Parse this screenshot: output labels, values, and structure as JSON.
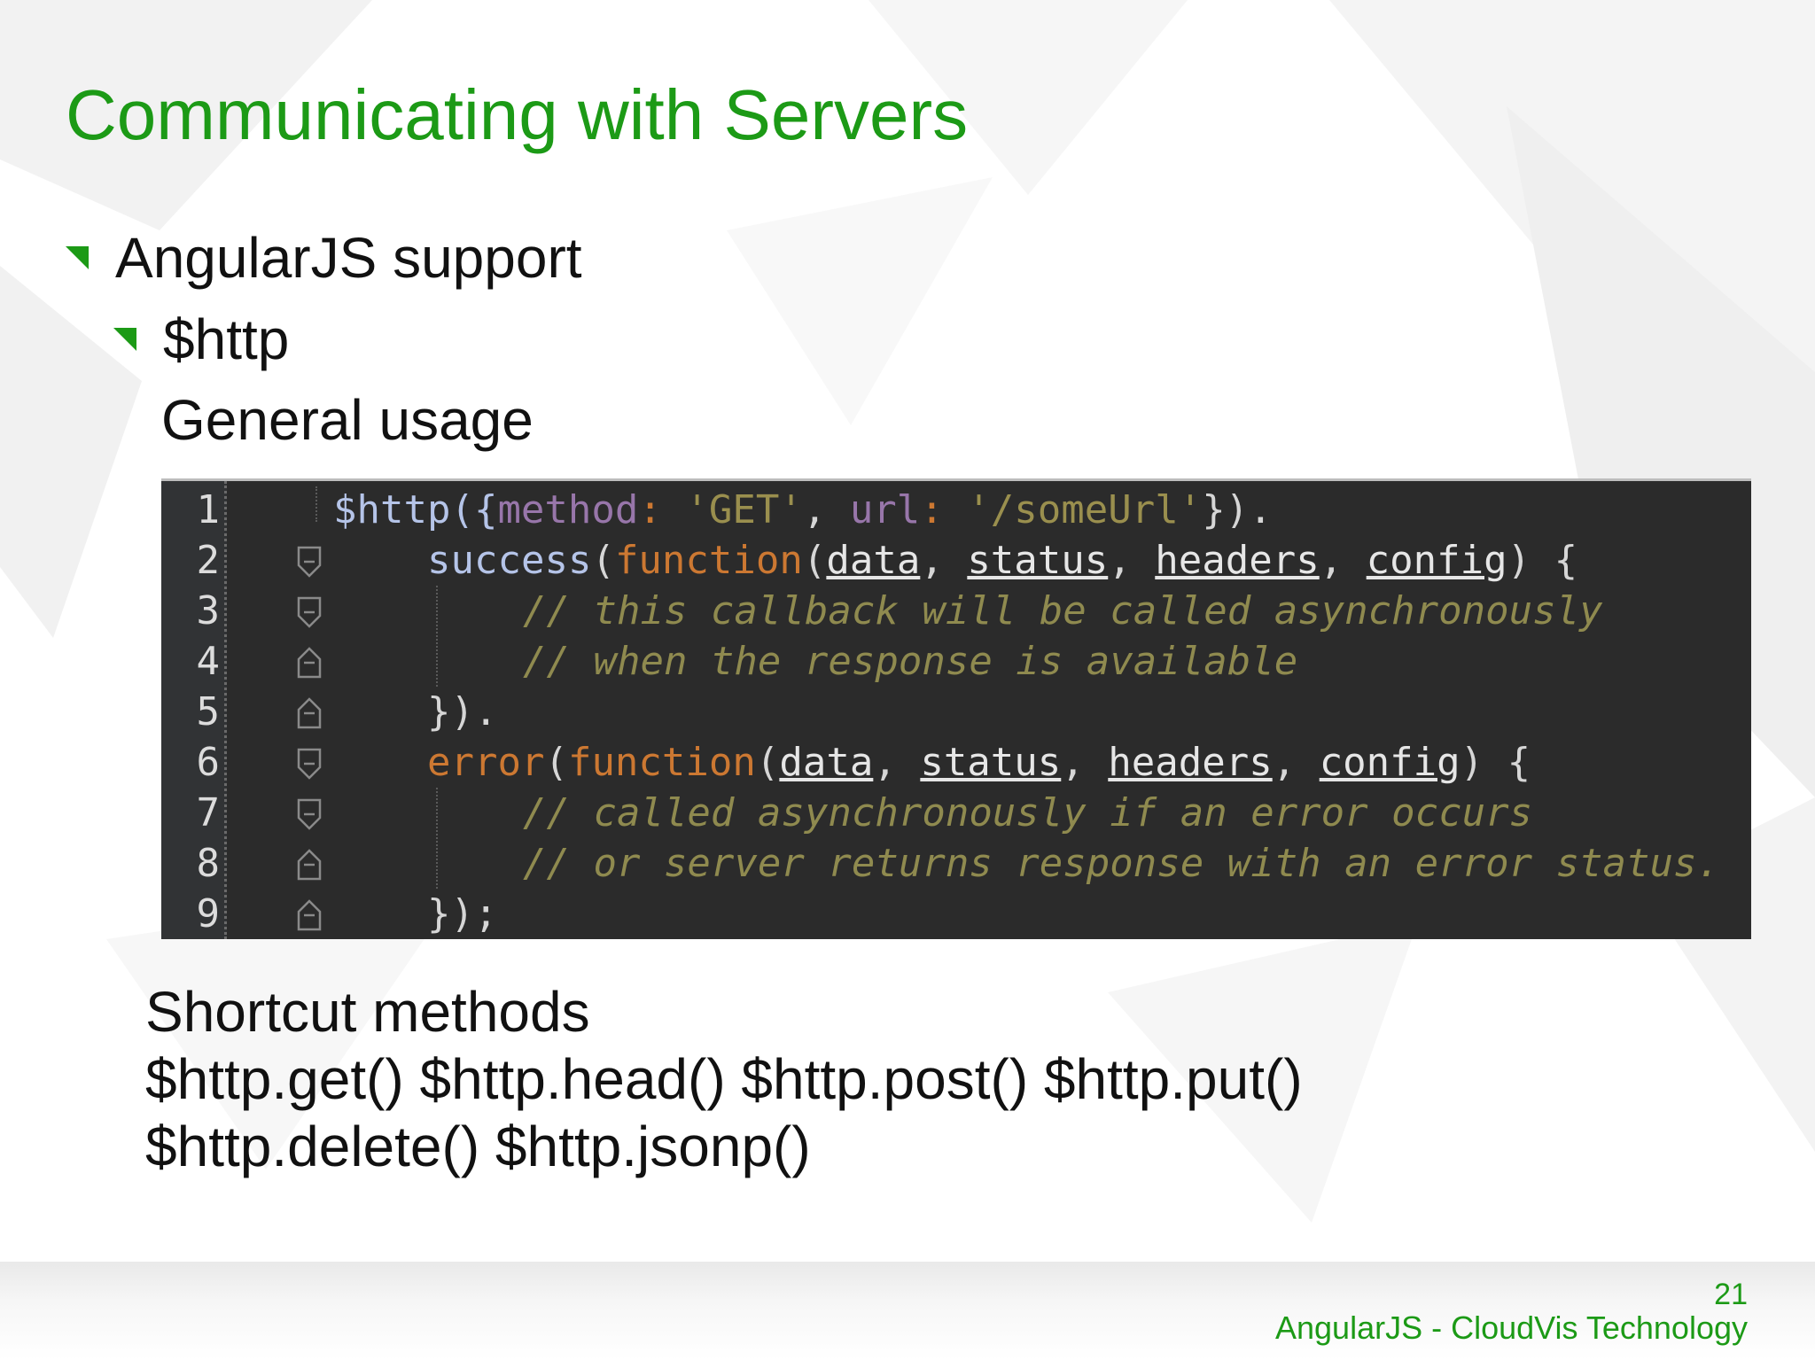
{
  "title": "Communicating with Servers",
  "bullets": {
    "level1": "AngularJS support",
    "level2": "$http",
    "general_usage": "General usage"
  },
  "code": {
    "line_numbers": [
      "1",
      "2",
      "3",
      "4",
      "5",
      "6",
      "7",
      "8",
      "9"
    ],
    "lines": [
      {
        "parts": [
          {
            "t": "$http({",
            "c": "c-fn"
          },
          {
            "t": "method",
            "c": "c-prop"
          },
          {
            "t": ": ",
            "c": "c-kw"
          },
          {
            "t": "'GET'",
            "c": "c-str"
          },
          {
            "t": ", ",
            "c": "c-plain"
          },
          {
            "t": "url",
            "c": "c-prop"
          },
          {
            "t": ": ",
            "c": "c-kw"
          },
          {
            "t": "'/someUrl'",
            "c": "c-str"
          },
          {
            "t": "}).",
            "c": "c-plain"
          }
        ]
      },
      {
        "parts": [
          {
            "t": "success",
            "c": "c-fn"
          },
          {
            "t": "(",
            "c": "c-plain"
          },
          {
            "t": "function",
            "c": "c-kw"
          },
          {
            "t": "(",
            "c": "c-plain"
          },
          {
            "t": "data",
            "c": "c-param"
          },
          {
            "t": ", ",
            "c": "c-plain"
          },
          {
            "t": "status",
            "c": "c-param"
          },
          {
            "t": ", ",
            "c": "c-plain"
          },
          {
            "t": "headers",
            "c": "c-param"
          },
          {
            "t": ", ",
            "c": "c-plain"
          },
          {
            "t": "config",
            "c": "c-param"
          },
          {
            "t": ") {",
            "c": "c-plain"
          }
        ]
      },
      {
        "parts": [
          {
            "t": "// this callback will be called asynchronously",
            "c": "c-cm"
          }
        ]
      },
      {
        "parts": [
          {
            "t": "// when the response is available",
            "c": "c-cm"
          }
        ]
      },
      {
        "parts": [
          {
            "t": "}).",
            "c": "c-plain"
          }
        ]
      },
      {
        "parts": [
          {
            "t": "error",
            "c": "c-kw"
          },
          {
            "t": "(",
            "c": "c-plain"
          },
          {
            "t": "function",
            "c": "c-kw"
          },
          {
            "t": "(",
            "c": "c-plain"
          },
          {
            "t": "data",
            "c": "c-param"
          },
          {
            "t": ", ",
            "c": "c-plain"
          },
          {
            "t": "status",
            "c": "c-param"
          },
          {
            "t": ", ",
            "c": "c-plain"
          },
          {
            "t": "headers",
            "c": "c-param"
          },
          {
            "t": ", ",
            "c": "c-plain"
          },
          {
            "t": "config",
            "c": "c-param"
          },
          {
            "t": ") {",
            "c": "c-plain"
          }
        ]
      },
      {
        "parts": [
          {
            "t": "// called asynchronously if an error occurs",
            "c": "c-cm"
          }
        ]
      },
      {
        "parts": [
          {
            "t": "// or server returns response with an error status.",
            "c": "c-cm"
          }
        ]
      },
      {
        "parts": [
          {
            "t": "});",
            "c": "c-plain"
          }
        ]
      }
    ]
  },
  "shortcut": {
    "heading": "Shortcut methods",
    "line1": "$http.get() $http.head() $http.post() $http.put()",
    "line2": "$http.delete() $http.jsonp()"
  },
  "footer": {
    "page_number": "21",
    "text": "AngularJS - CloudVis Technology"
  },
  "colors": {
    "accent_green": "#1c9a16",
    "code_background": "#2b2b2b"
  }
}
